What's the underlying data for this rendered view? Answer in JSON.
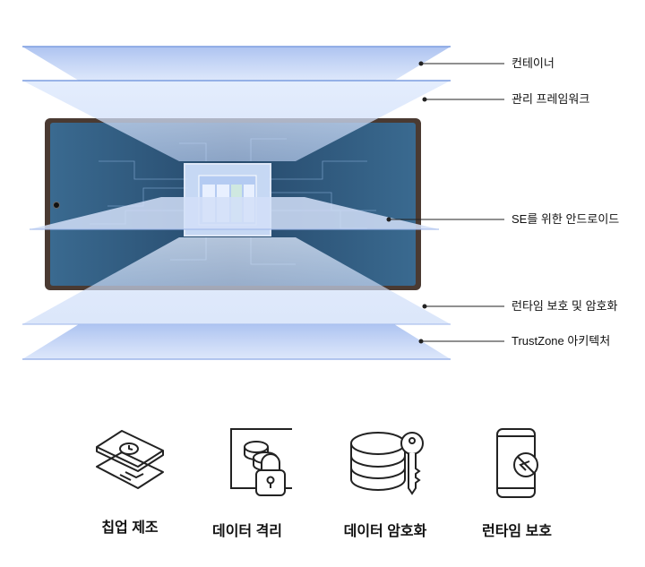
{
  "layers": [
    {
      "label": "컨테이너"
    },
    {
      "label": "관리 프레임워크"
    },
    {
      "label": "SE를 위한 안드로이드"
    },
    {
      "label": "런타임 보호 및 암호화"
    },
    {
      "label": "TrustZone 아키텍처"
    }
  ],
  "features": [
    {
      "label": "칩업 제조",
      "icon": "chip-card-icon"
    },
    {
      "label": "데이터 격리",
      "icon": "database-lock-icon"
    },
    {
      "label": "데이터 암호화",
      "icon": "database-key-icon"
    },
    {
      "label": "런타임 보호",
      "icon": "phone-shield-icon"
    }
  ],
  "colors": {
    "layer_fill": "#b9cdf3",
    "layer_edge": "#8eaee8",
    "phone_screen": "#2f5a80",
    "phone_frame": "#4a3a32",
    "leader_line": "#222222"
  }
}
